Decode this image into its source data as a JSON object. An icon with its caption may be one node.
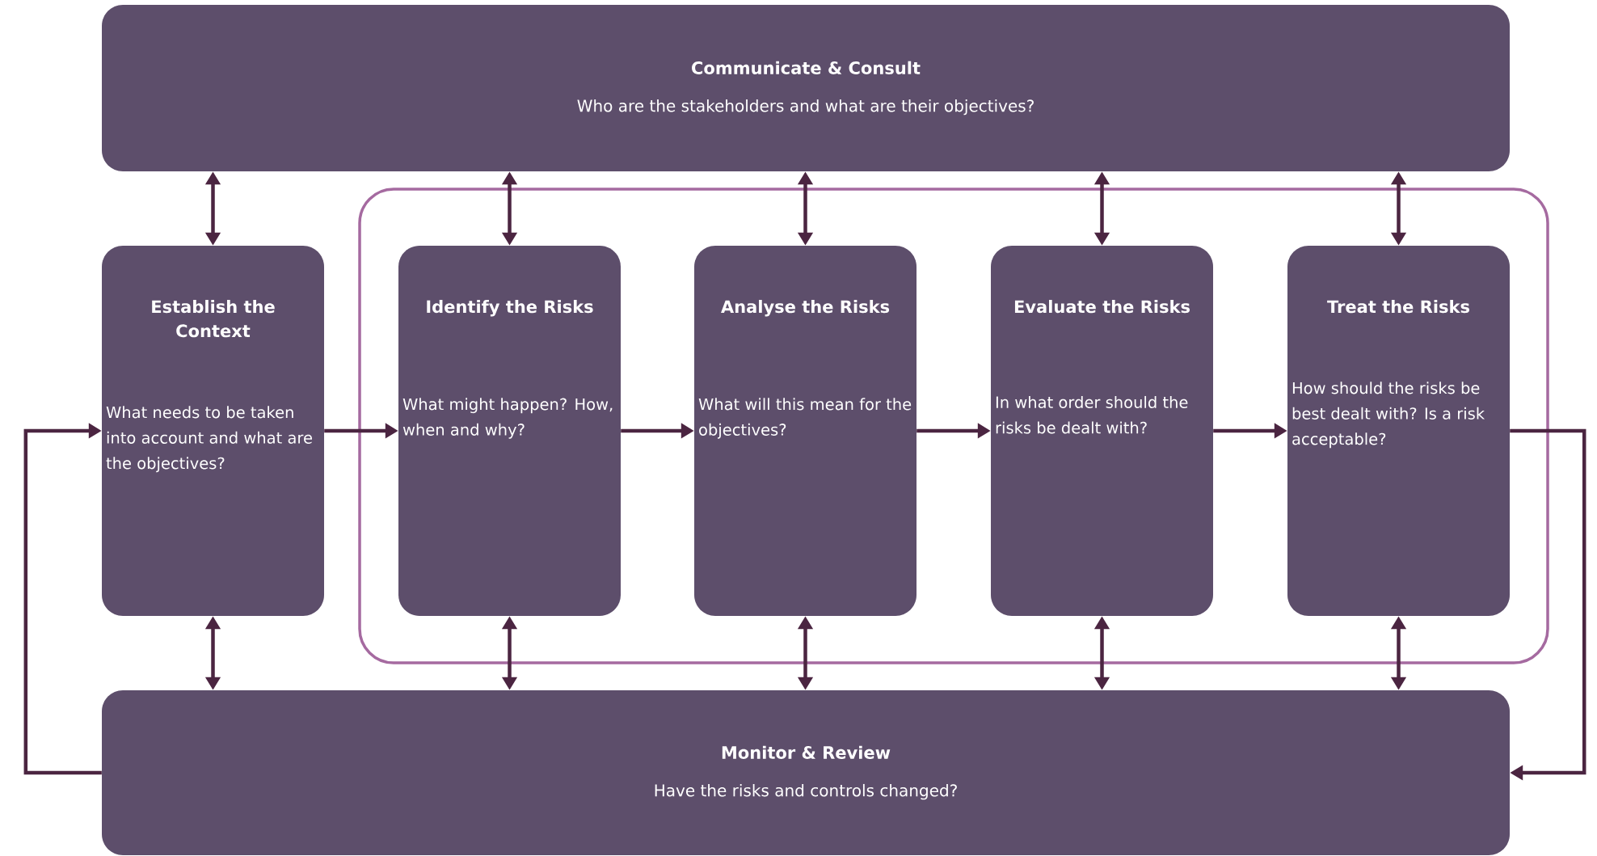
{
  "diagram": {
    "nodes": [
      {
        "text": [
          "Communicate & Consult",
          "Who are the stakeholders and what are their objectives?"
        ]
      },
      {
        "text": [
          "Establish the Context",
          "What needs to be taken into account and what are the objectives?"
        ]
      },
      {
        "text": [],
        "shape": "box"
      },
      {
        "text": [
          "Identify the Risks",
          "What might happen? How, when and why?"
        ],
        "in": 2
      },
      {
        "text": [
          "Analyse the Risks",
          "What will this mean for the objectives?"
        ],
        "in": 2
      },
      {
        "text": [
          "Evaluate the Risks",
          "In what order should the risks be dealt with?"
        ],
        "in": 2
      },
      {
        "text": [
          "Treat the Risks",
          "How should the risks be best dealt with?  Is a risk acceptable?"
        ],
        "in": 2
      },
      {
        "text": [
          "Monitor & Review",
          "Have the risks and controls changed?"
        ]
      }
    ],
    "edges": [
      {
        "from": 0,
        "to": 1,
        "arrow": "both"
      },
      {
        "from": 0,
        "to": 3,
        "arrow": "both"
      },
      {
        "from": 0,
        "to": 4,
        "arrow": "both"
      },
      {
        "from": 0,
        "to": 5,
        "arrow": "both"
      },
      {
        "from": 0,
        "to": 6,
        "arrow": "both"
      },
      {
        "from": 1,
        "to": 3,
        "arrow": "to"
      },
      {
        "from": 3,
        "to": 4,
        "arrow": "to"
      },
      {
        "from": 4,
        "to": 5,
        "arrow": "to"
      },
      {
        "from": 5,
        "to": 6,
        "arrow": "to"
      },
      {
        "from": 7,
        "to": 1,
        "arrow": "both"
      },
      {
        "from": 7,
        "to": 3,
        "arrow": "both"
      },
      {
        "from": 7,
        "to": 4,
        "arrow": "both"
      },
      {
        "from": 7,
        "to": 5,
        "arrow": "both"
      },
      {
        "from": 7,
        "to": 6,
        "arrow": "both"
      },
      {
        "from": 6,
        "to": 7,
        "arrow": "to"
      },
      {
        "from": 7,
        "to": 1,
        "arrow": "to"
      }
    ]
  }
}
